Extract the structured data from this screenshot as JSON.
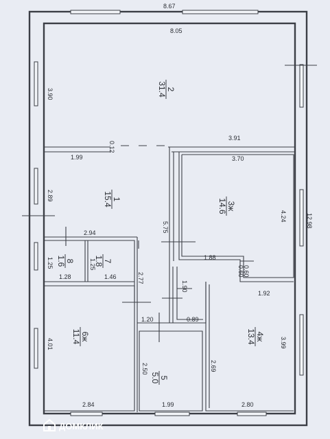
{
  "plan": {
    "dimensions": {
      "top_overall": "8.67",
      "top_inner": "8.05",
      "left_upper": "3.90",
      "right_overall": "12.98",
      "corridor_top": "3.91",
      "room1_width": "1.99",
      "partition": "0.12",
      "room1_height": "2.89",
      "room3_width": "3.70",
      "room3_height": "4.24",
      "hall_width": "5.75",
      "room7_top": "2.94",
      "room8_width": "1.28",
      "room8_height": "1.25",
      "room7_height": "1.25",
      "room7_width": "1.46",
      "hall_lower": "2.77",
      "step_width": "1.88",
      "step_a": "0.60",
      "step_b": "0.60",
      "hall_mid": "1.90",
      "room4_top": "1.92",
      "room5_left_top": "1.20",
      "room5_right_top": "0.89",
      "room6_height": "4.01",
      "room6_width": "2.84",
      "room5_height": "2.50",
      "room5_width": "1.99",
      "room4_left": "2.69",
      "room4_width": "2.80",
      "room4_height": "3.99"
    },
    "rooms": [
      {
        "number": "2",
        "area": "31.4"
      },
      {
        "number": "1",
        "area": "15.4"
      },
      {
        "number": "3ж",
        "area": "14.6"
      },
      {
        "number": "8",
        "area": "1.6"
      },
      {
        "number": "7",
        "area": "1.8"
      },
      {
        "number": "4ж",
        "area": "13.4"
      },
      {
        "number": "6ж",
        "area": "11.4"
      },
      {
        "number": "5",
        "area": "5.0"
      }
    ]
  },
  "watermark": {
    "icon": "house-logo-icon",
    "text": "ДОМКЛИК"
  }
}
